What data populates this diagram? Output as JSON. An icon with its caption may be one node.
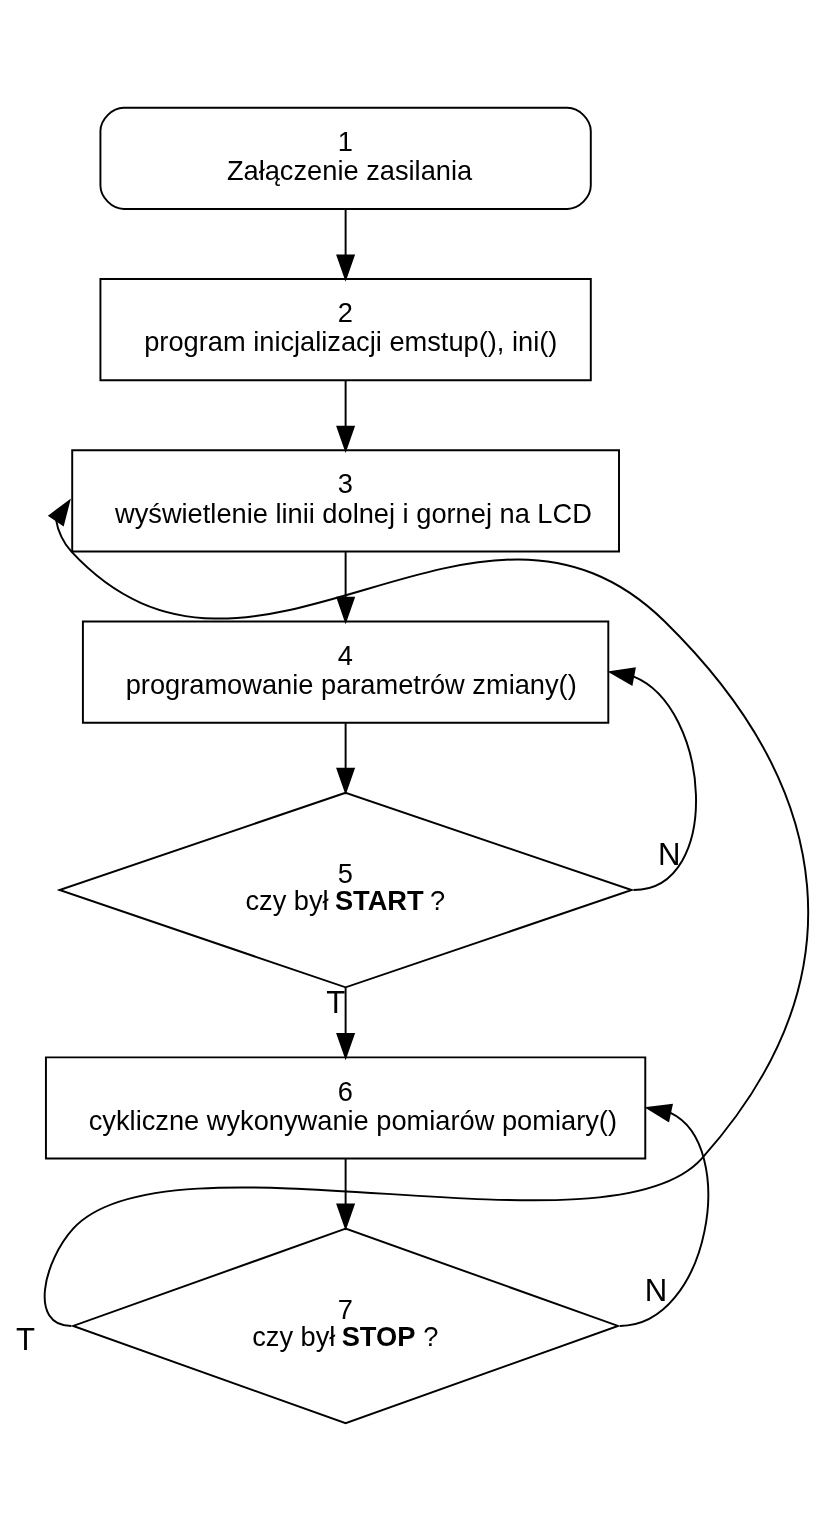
{
  "diagram": {
    "nodes": [
      {
        "text": [
          "1",
          "Załączenie zasilania"
        ]
      },
      {
        "text": [
          "2",
          "program inicjalizacji emstup(), ini()"
        ]
      },
      {
        "text": [
          "3",
          "wyświetlenie linii dolnej i gornej na LCD"
        ]
      },
      {
        "text": [
          "4",
          "programowanie parametrów zmiany()"
        ]
      },
      {
        "text": [
          "5",
          "czy był **START** ?"
        ]
      },
      {
        "text": [
          "6",
          "cykliczne wykonywanie pomiarów pomiary()"
        ]
      },
      {
        "text": [
          "7",
          "czy był **STOP** ?"
        ]
      }
    ],
    "edges": [
      {
        "from": 0,
        "to": 1,
        "arrow": "to"
      },
      {
        "from": 1,
        "to": 2,
        "arrow": "to"
      },
      {
        "from": 2,
        "to": 3,
        "arrow": "to"
      },
      {
        "from": 3,
        "to": 4,
        "arrow": "to"
      },
      {
        "from": 4,
        "to": 3,
        "label": "N",
        "arrow": "to"
      },
      {
        "from": 4,
        "to": 5,
        "label": "T",
        "arrow": "to"
      },
      {
        "from": 5,
        "to": 6,
        "arrow": "to"
      },
      {
        "from": 6,
        "to": 5,
        "label": "N",
        "arrow": "to"
      },
      {
        "from": 6,
        "to": 2,
        "label": "T",
        "arrow": "to"
      }
    ]
  }
}
